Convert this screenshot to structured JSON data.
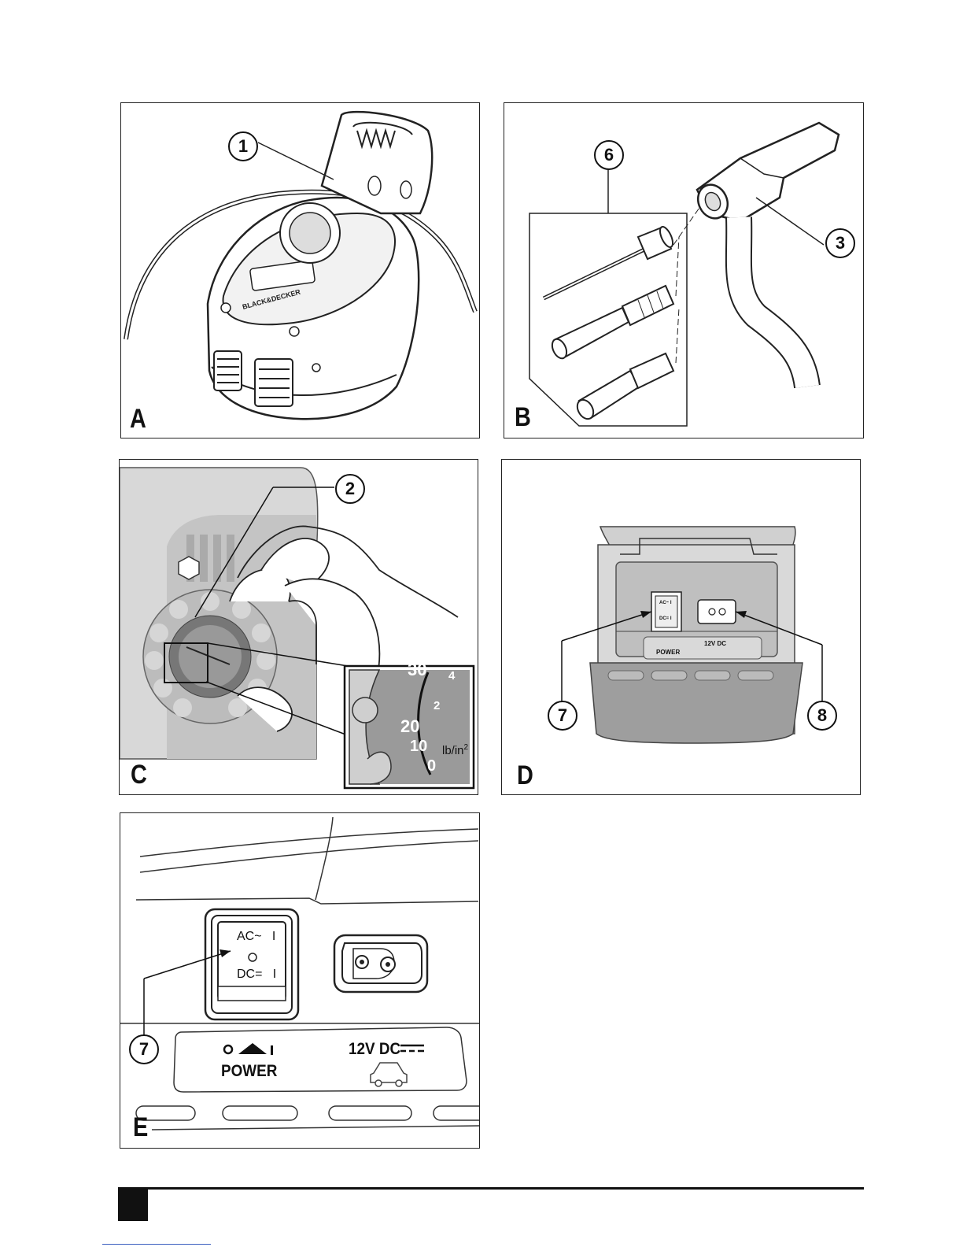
{
  "figures": {
    "A": {
      "letter": "A",
      "callouts": [
        "1"
      ]
    },
    "B": {
      "letter": "B",
      "callouts": [
        "6",
        "3"
      ]
    },
    "C": {
      "letter": "C",
      "callouts": [
        "2"
      ],
      "gauge_inset": {
        "scale": [
          "30",
          "20",
          "10",
          "0"
        ],
        "inner_scale": [
          "4",
          "2"
        ],
        "unit": "lb/in",
        "unit_exp": "2"
      }
    },
    "D": {
      "letter": "D",
      "callouts": [
        "7",
        "8"
      ],
      "switch": {
        "top": "AC~ I",
        "bottom": "DC= I"
      },
      "power_label": "POWER",
      "socket_label": "12V DC"
    },
    "E": {
      "letter": "E",
      "callouts": [
        "7"
      ],
      "switch": {
        "ac": "AC",
        "dc": "DC",
        "i": "I"
      },
      "power_label": "POWER",
      "socket_label": "12V DC"
    }
  }
}
